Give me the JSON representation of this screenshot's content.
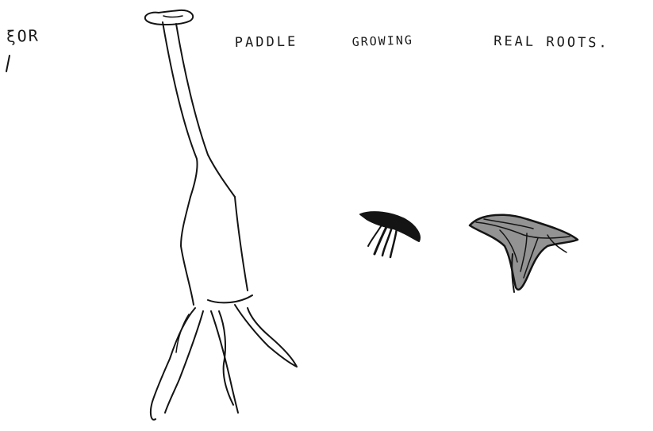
{
  "labels": {
    "eor": "ξOR",
    "paddle": "PADDLE",
    "growing": "GROWING",
    "real_roots": "REAL ROOTS."
  },
  "sketch": {
    "ink_color": "#141414",
    "paper_color": "#ffffff"
  }
}
